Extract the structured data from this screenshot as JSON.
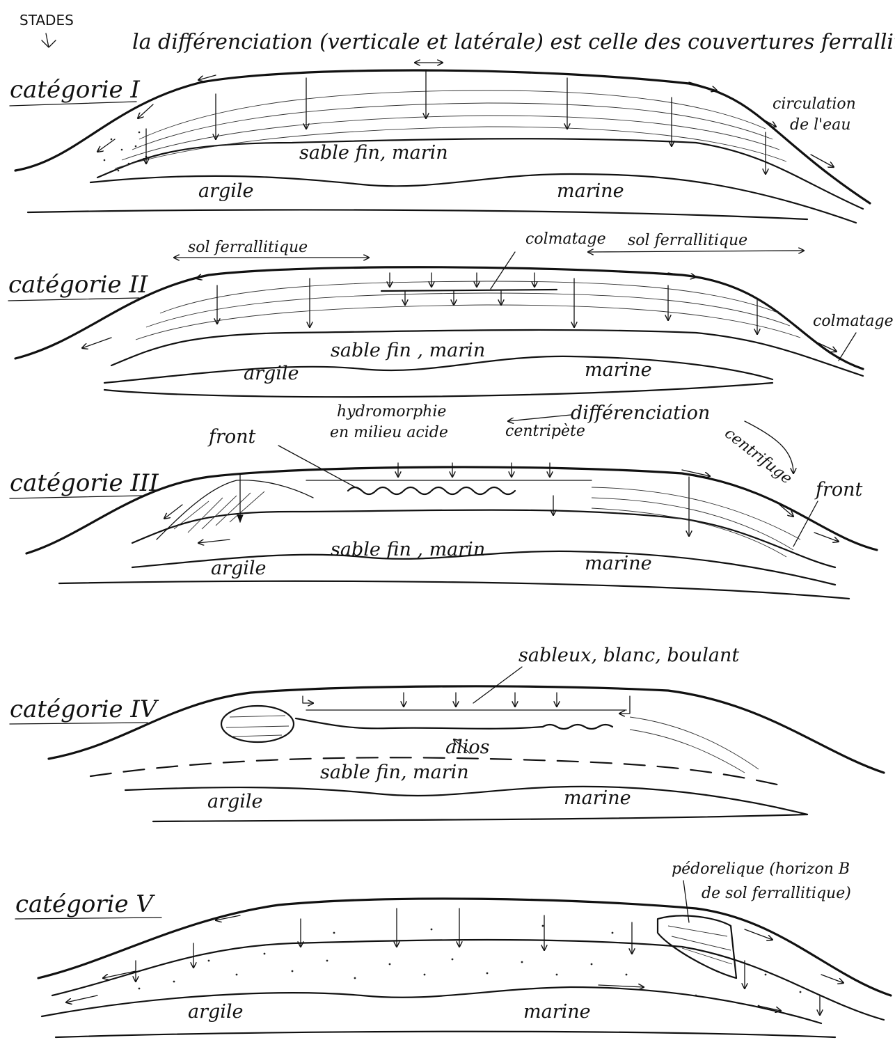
{
  "header": {
    "stades": "STADES",
    "title": "la différenciation (verticale et latérale) est celle des couvertures ferrallitique"
  },
  "panels": [
    {
      "category": "catégorie I",
      "labels": {
        "sand": "sable fin, marin",
        "clay_left": "argile",
        "clay_right": "marine",
        "water": "circulation",
        "water2": "de l'eau"
      }
    },
    {
      "category": "catégorie II",
      "labels": {
        "soil_left": "sol ferrallitique",
        "colmatage_top": "colmatage",
        "soil_right": "sol ferrallitique",
        "colmatage_side": "colmatage",
        "sand": "sable fin , marin",
        "clay_left": "argile",
        "clay_right": "marine"
      }
    },
    {
      "category": "catégorie III",
      "labels": {
        "front_left": "front",
        "hydro1": "hydromorphie",
        "hydro2": "en milieu acide",
        "diff": "différenciation",
        "centripete": "centripète",
        "centrifuge": "centrifuge",
        "front_right": "front",
        "sand": "sable fin , marin",
        "clay_left": "argile",
        "clay_right": "marine"
      }
    },
    {
      "category": "catégorie IV",
      "labels": {
        "sableux": "sableux, blanc, boulant",
        "alios": "alios",
        "sand": "sable fin, marin",
        "clay_left": "argile",
        "clay_right": "marine"
      }
    },
    {
      "category": "catégorie V",
      "labels": {
        "pedo1": "pédorelique (horizon B",
        "pedo2": "de sol ferrallitique)",
        "clay_left": "argile",
        "clay_right": "marine"
      }
    }
  ]
}
